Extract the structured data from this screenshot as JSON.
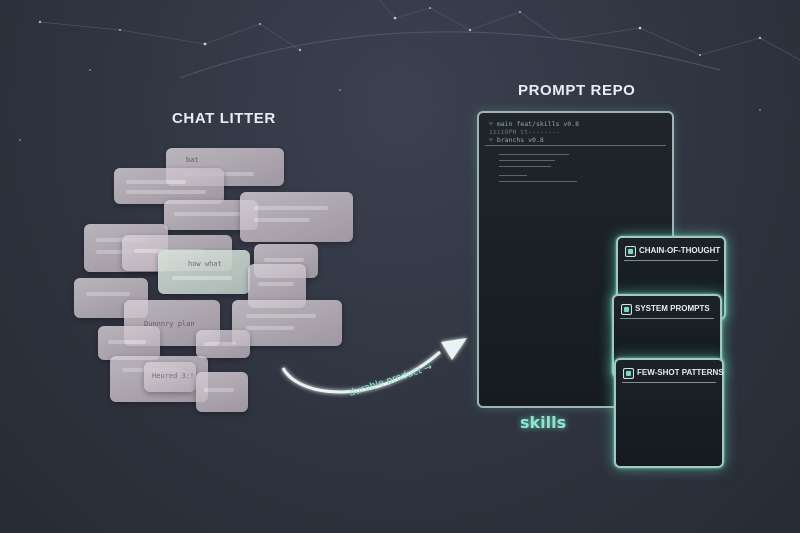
{
  "left_section": {
    "title": "CHAT LITTER",
    "bubble_texts": [
      "bat",
      "how what",
      "Dunnnry plan",
      "Heured 3:!"
    ]
  },
  "right_section": {
    "title": "PROMPT REPO",
    "repo_lines": [
      "⑂ main feat/skills v0.8",
      "ɪɪɪɪOPH tt--------",
      "⑂ branchs v0.8"
    ],
    "repo_caption": "skills"
  },
  "arrow": {
    "label": "durable product →"
  },
  "skill_cards": [
    {
      "label": "CHAIN-OF-THOUGHT"
    },
    {
      "label": "SYSTEM PROMPTS"
    },
    {
      "label": "FEW-SHOT PATTERNS"
    }
  ],
  "colors": {
    "background": "#2f3440",
    "accent_glow": "#7fd8c4",
    "bubble": "#c9bfc8",
    "title_text": "#e9ecf2"
  }
}
